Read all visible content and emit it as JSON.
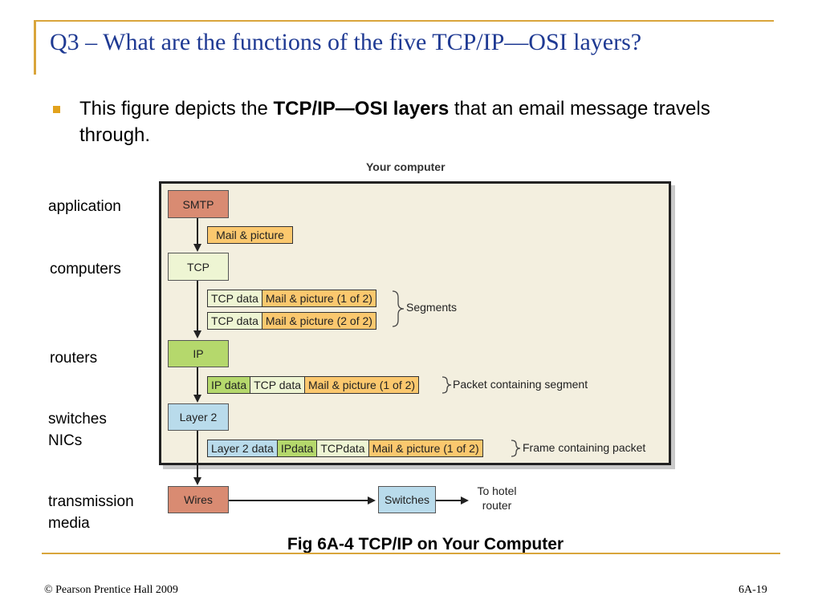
{
  "slide": {
    "title": "Q3 – What are the functions of the five TCP/IP—OSI layers?",
    "bullet": {
      "before": "This figure depicts the ",
      "bold": "TCP/IP—OSI layers",
      "after": " that an email message travels through."
    },
    "caption": "Fig 6A-4 TCP/IP on Your Computer",
    "footer_left": "© Pearson Prentice Hall 2009",
    "footer_right": "6A-19",
    "accent_color": "#d9a53b",
    "title_color": "#1f3a93"
  },
  "layer_labels": {
    "application": "application",
    "computers": "computers",
    "routers": "routers",
    "switches": "switches",
    "nics": "NICs",
    "transmission": "transmission",
    "media": "media"
  },
  "diagram": {
    "title": "Your computer",
    "smtp": "SMTP",
    "mail_picture": "Mail & picture",
    "tcp": "TCP",
    "segment1": {
      "tcp_data": "TCP data",
      "mail": "Mail & picture (1 of 2)"
    },
    "segment2": {
      "tcp_data": "TCP data",
      "mail": "Mail & picture (2 of 2)"
    },
    "segments_label": "Segments",
    "ip": "IP",
    "packet": {
      "ip_data": "IP data",
      "tcp_data": "TCP data",
      "mail": "Mail & picture (1 of 2)"
    },
    "packet_label": "Packet containing segment",
    "layer2": "Layer 2",
    "frame": {
      "layer2_data": "Layer 2 data",
      "ipdata": "IPdata",
      "tcpdata": "TCPdata",
      "mail": "Mail & picture (1 of 2)"
    },
    "frame_label": "Frame containing packet",
    "wires": "Wires",
    "switches": "Switches",
    "to_hotel_1": "To hotel",
    "to_hotel_2": "router"
  }
}
